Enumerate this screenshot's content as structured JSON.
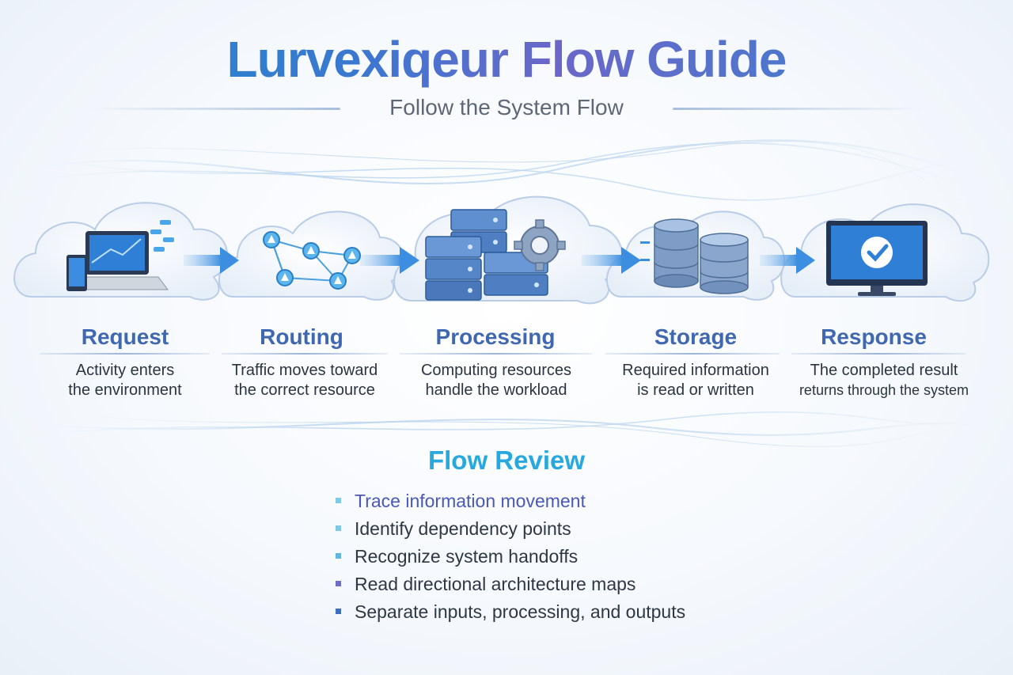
{
  "header": {
    "title": "Lurvexiqeur Flow Guide",
    "subtitle": "Follow the System Flow"
  },
  "stages": [
    {
      "name": "Request",
      "desc_lines": [
        "Activity enters",
        "the environment"
      ],
      "icon": "laptop-phone-icon"
    },
    {
      "name": "Routing",
      "desc_lines": [
        "Traffic moves toward",
        "the correct resource"
      ],
      "icon": "network-nodes-icon"
    },
    {
      "name": "Processing",
      "desc_lines": [
        "Computing resources",
        "handle the workload"
      ],
      "icon": "servers-gear-icon"
    },
    {
      "name": "Storage",
      "desc_lines": [
        "Required information",
        "is read or written"
      ],
      "icon": "database-icon"
    },
    {
      "name": "Response",
      "desc_lines": [
        "The completed result",
        "returns through the system"
      ],
      "icon": "monitor-check-icon"
    }
  ],
  "review": {
    "title": "Flow Review",
    "items": [
      "Trace information movement",
      "Identify dependency points",
      "Recognize system handoffs",
      "Read directional architecture maps",
      "Separate inputs, processing, and outputs"
    ],
    "bullet_colors": [
      "#7fc8e6",
      "#7fc8e6",
      "#63b6e0",
      "#6d6fc4",
      "#3f6fc0"
    ]
  },
  "colors": {
    "title_gradient": [
      "#1f8ccc",
      "#6b67c9"
    ],
    "stage_name": "#3f68b0",
    "accent_blue": "#27a8df",
    "arrow": "#3b8ee0"
  }
}
